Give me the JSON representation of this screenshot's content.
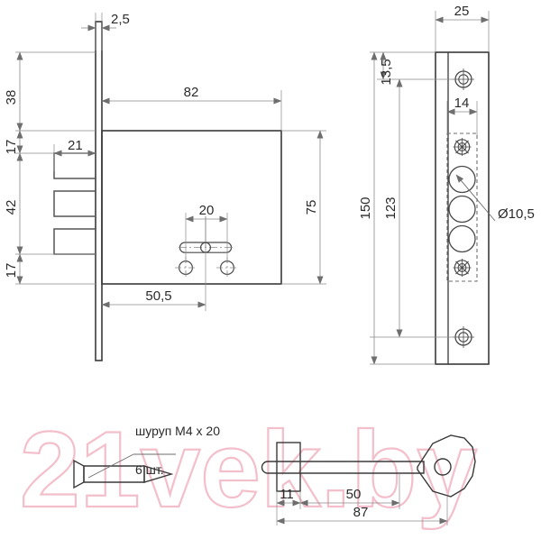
{
  "drawing": {
    "title": "Mortise lock technical drawing",
    "units": "mm",
    "line_color": "#3a3a3a",
    "dim_color": "#8a8a8a",
    "text_color": "#2b2b2b",
    "background": "#ffffff"
  },
  "watermark": {
    "text": "21vek.by",
    "color": "#f3bfcb"
  },
  "views": {
    "front": {
      "name": "front-view",
      "dimensions": {
        "faceplate_thickness": "2,5",
        "top_offset": "38",
        "gap_top": "17",
        "bolt_block": "42",
        "gap_bottom": "17",
        "bolt_projection": "21",
        "body_length": "82",
        "body_height": "75",
        "keyhole_offset": "50,5",
        "keyhole_span": "20"
      }
    },
    "side": {
      "name": "side-view",
      "dimensions": {
        "faceplate_width": "25",
        "top_screw_offset": "13,5",
        "cutout_width": "14",
        "faceplate_length": "150",
        "screw_spacing": "123",
        "hole_diameter": "Ø10,5"
      }
    },
    "hardware": {
      "name": "hardware-view",
      "screw_label": "шуруп M4 x 20",
      "screw_qty": "6 шт.",
      "key_dimensions": {
        "bit_width": "11",
        "shank_length": "50",
        "total_length": "87"
      }
    }
  }
}
